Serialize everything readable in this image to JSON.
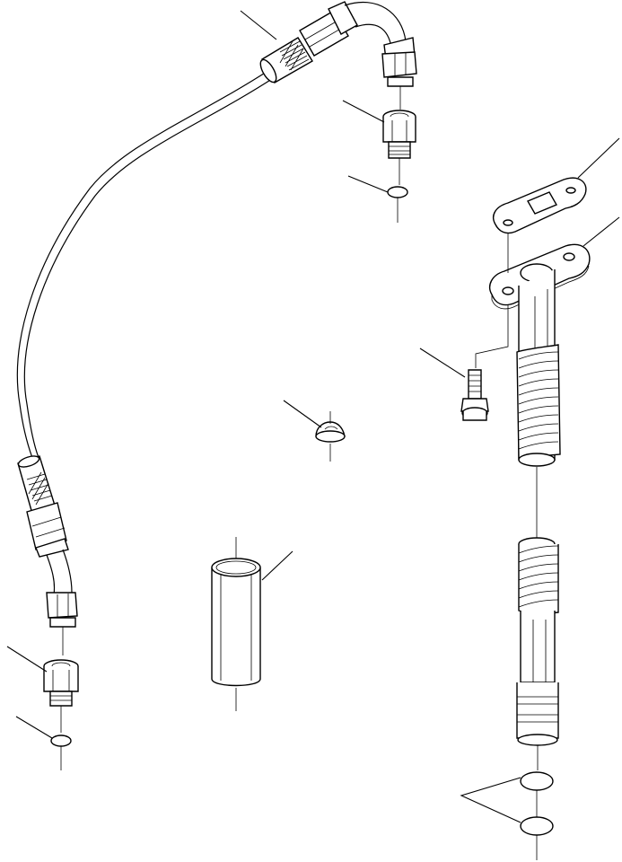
{
  "diagram": {
    "type": "exploded-parts-drawing",
    "description_labels": [],
    "parts": [
      {
        "id": "flexible-hose",
        "icon": "hose-icon"
      },
      {
        "id": "elbow-fitting",
        "icon": "elbow-icon"
      },
      {
        "id": "adapter-nut-upper",
        "icon": "nut-icon"
      },
      {
        "id": "washer-upper",
        "icon": "washer-icon"
      },
      {
        "id": "gasket-upper",
        "icon": "gasket-icon"
      },
      {
        "id": "gasket-flange",
        "icon": "flange-icon"
      },
      {
        "id": "bolt",
        "icon": "bolt-icon"
      },
      {
        "id": "drain-tube",
        "icon": "tube-icon"
      },
      {
        "id": "plug",
        "icon": "plug-icon"
      },
      {
        "id": "sleeve",
        "icon": "sleeve-icon"
      },
      {
        "id": "adapter-nut-lower",
        "icon": "nut-icon"
      },
      {
        "id": "washer-lower",
        "icon": "washer-icon"
      },
      {
        "id": "o-rings",
        "icon": "o-ring-icon"
      }
    ],
    "colors": {
      "stroke": "#000000",
      "background": "#ffffff"
    }
  }
}
